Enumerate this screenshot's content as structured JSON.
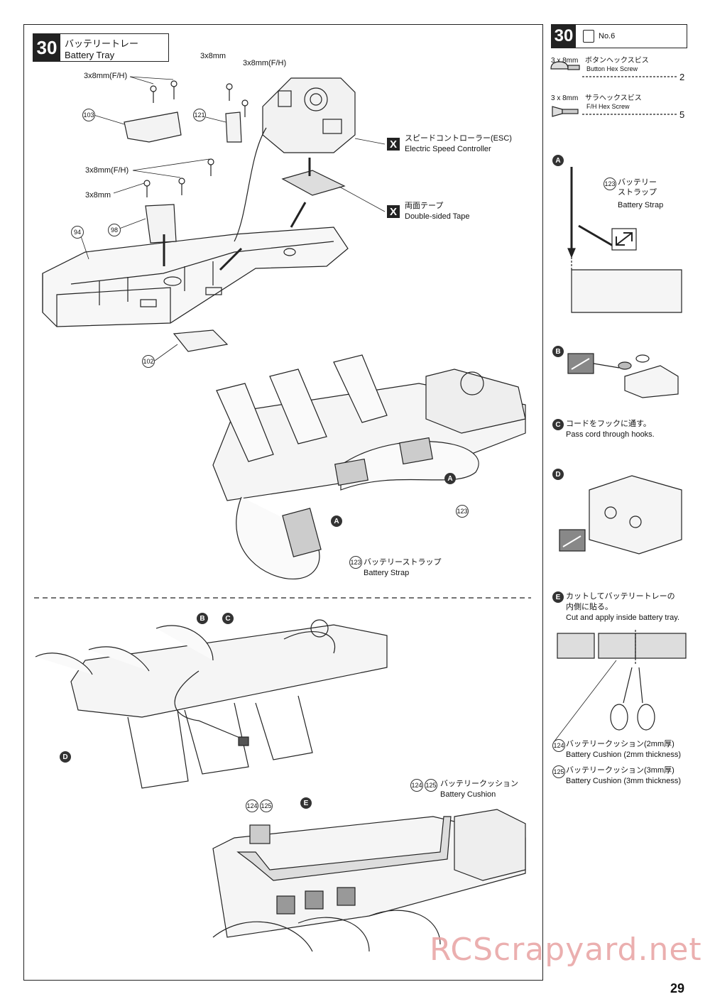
{
  "step": {
    "number": "30",
    "title_jp": "バッテリートレー",
    "title_en": "Battery Tray"
  },
  "bag": {
    "step_number": "30",
    "bag_label": "No.6"
  },
  "parts_list": [
    {
      "size": "3 x 8mm",
      "name_jp": "ボタンヘックスビス",
      "name_en": "Button Hex Screw",
      "qty": "2"
    },
    {
      "size": "3 x 8mm",
      "name_jp": "サラヘックスビス",
      "name_en": "F/H Hex Screw",
      "qty": "5"
    }
  ],
  "screw_labels": {
    "a": "3x8mm(F/H)",
    "b": "3x8mm",
    "c": "3x8mm(F/H)",
    "d": "3x8mm(F/H)",
    "e": "3x8mm"
  },
  "part_numbers": {
    "p103": "103",
    "p121": "121",
    "p94": "94",
    "p98": "98",
    "p102": "102",
    "p123a": "123",
    "p123b": "123",
    "p123c": "123",
    "p124a": "124",
    "p125a": "125",
    "p124b": "124",
    "p125b": "125",
    "p124c": "124",
    "p125c": "125"
  },
  "callouts": {
    "esc_jp": "スピードコントローラー(ESC)",
    "esc_en": "Electric Speed Controller",
    "tape_jp": "両面テープ",
    "tape_en": "Double-sided Tape",
    "strap_jp": "バッテリーストラップ",
    "strap_en": "Battery Strap",
    "cushion_jp": "バッテリークッション",
    "cushion_en": "Battery Cushion",
    "x_mark": "X"
  },
  "letters": {
    "a": "A",
    "b": "B",
    "c": "C",
    "d": "D",
    "e": "E"
  },
  "side_notes": {
    "a_strap_jp": "バッテリー\nストラップ",
    "a_strap_en": "Battery Strap",
    "c_jp": "コードをフックに通す。",
    "c_en": "Pass cord through hooks.",
    "e_jp1": "カットしてバッテリートレーの",
    "e_jp2": "内側に貼る。",
    "e_en": "Cut and apply inside battery tray.",
    "cushion2_jp": "バッテリークッション(2mm厚)",
    "cushion2_en": "Battery Cushion (2mm thickness)",
    "cushion3_jp": "バッテリークッション(3mm厚)",
    "cushion3_en": "Battery Cushion (3mm thickness)"
  },
  "watermark": "RCScrapyard.net",
  "page_number": "29"
}
